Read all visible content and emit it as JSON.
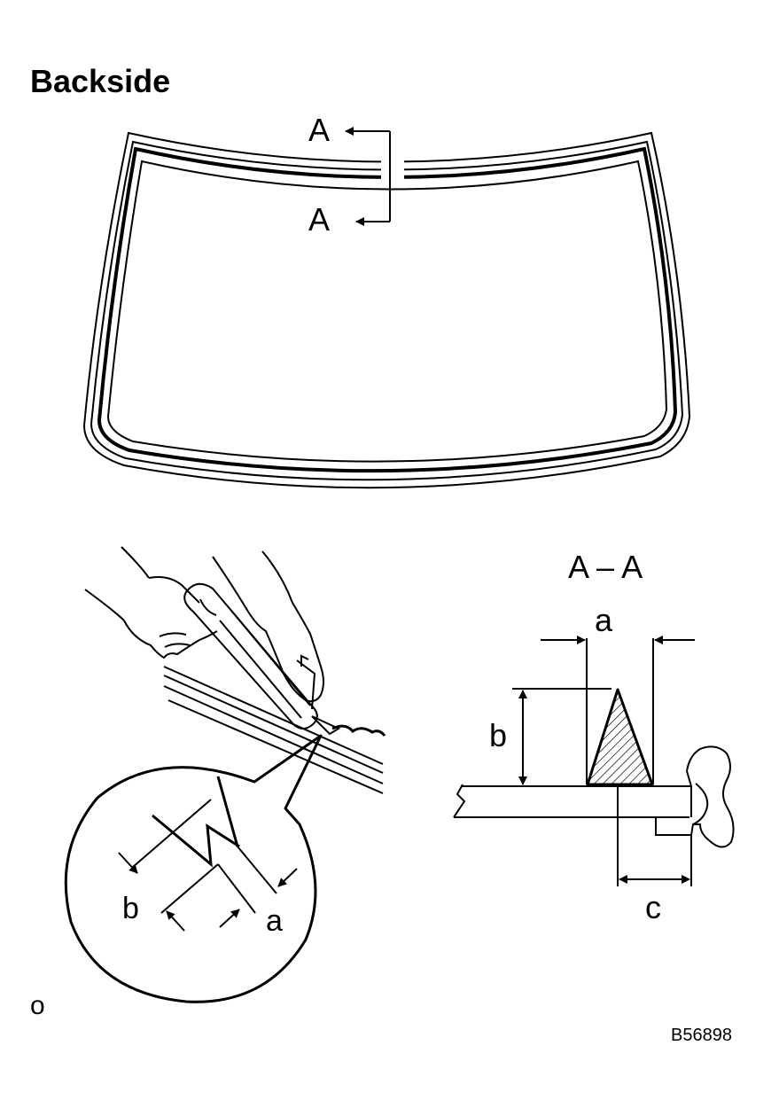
{
  "title": "Backside",
  "section_markers": {
    "top": "A",
    "bottom": "A"
  },
  "section_title": "A – A",
  "dimensions": {
    "a": "a",
    "b": "b",
    "c": "c"
  },
  "inset_dimensions": {
    "a": "a",
    "b": "b"
  },
  "corner_mark": "o",
  "figure_code": "B56898"
}
